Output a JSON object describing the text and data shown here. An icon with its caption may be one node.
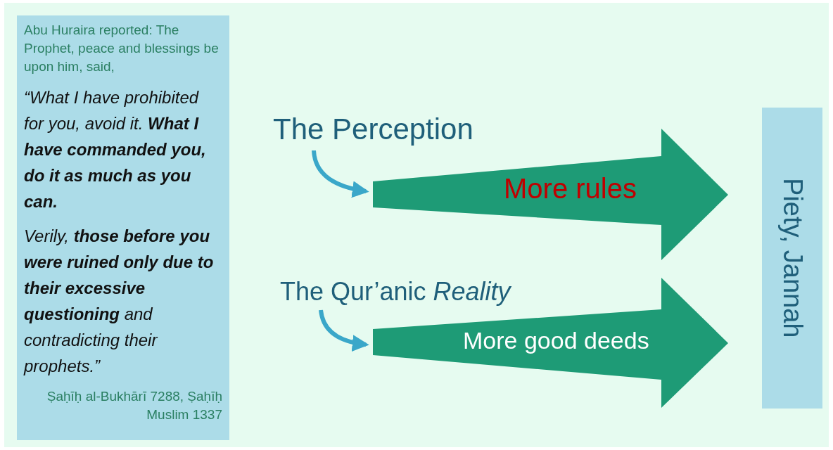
{
  "diagram": {
    "nodes": [
      {
        "text": [
          "Abu Huraira reported: The Prophet, peace and blessings be upon him, said,",
          "“What I have prohibited for you, avoid it. **What I have commanded you, do it as much as you can.**",
          "Verily, **those before you were ruined only due to their excessive questioning** and contradicting their prophets.”",
          "Ṣaḥīḥ al-Bukhārī 7288, Ṣaḥīḥ Muslim 1337"
        ]
      },
      {
        "text": [
          "The Perception"
        ]
      },
      {
        "text": [
          "More rules"
        ]
      },
      {
        "text": [
          "The Qur’anic *Reality*"
        ]
      },
      {
        "text": [
          "More good deeds"
        ]
      },
      {
        "text": [
          "Piety, Jannah"
        ]
      }
    ],
    "edges": [
      {
        "from": 1,
        "to": 2,
        "arrow": "to"
      },
      {
        "from": 3,
        "to": 4,
        "arrow": "to"
      }
    ]
  }
}
